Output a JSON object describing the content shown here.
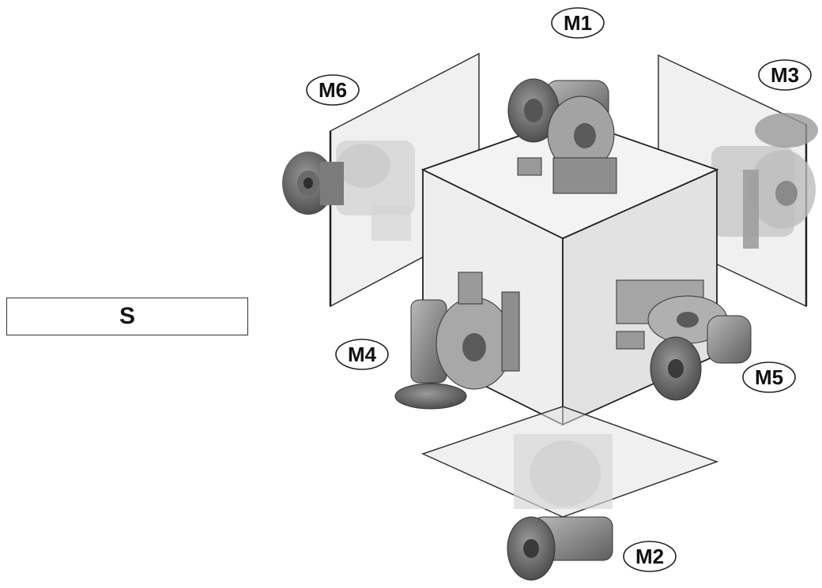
{
  "shaft_label": "S",
  "positions": {
    "m1": "M1",
    "m2": "M2",
    "m3": "M3",
    "m4": "M4",
    "m5": "M5",
    "m6": "M6"
  }
}
